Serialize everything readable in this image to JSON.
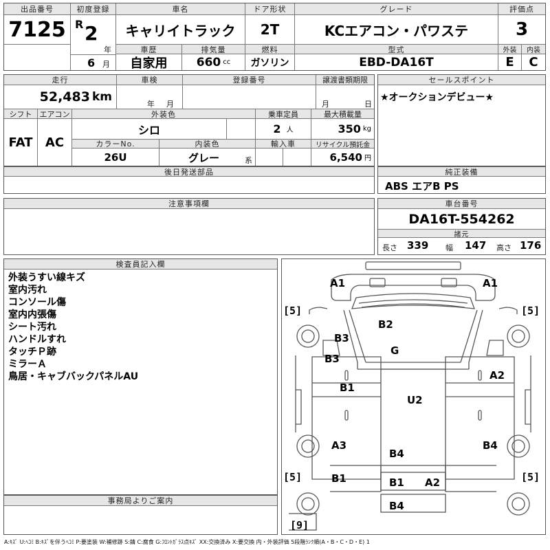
{
  "header": {
    "lot_no_label": "出品番号",
    "lot_no": "7125",
    "first_reg_label": "初度登録",
    "era": "R",
    "year": "2",
    "year_unit": "年",
    "month": "6",
    "month_unit": "月",
    "car_name_label": "車名",
    "car_name": "キャリイトラック",
    "door_label": "ドア形状",
    "door": "2T",
    "grade_label": "グレード",
    "grade": "KCエアコン・パワステ",
    "score_label": "評価点",
    "score": "3",
    "history_label": "車歴",
    "history": "自家用",
    "displacement_label": "排気量",
    "displacement": "660",
    "displacement_unit": "cc",
    "fuel_label": "燃料",
    "fuel": "ガソリン",
    "model_label": "型式",
    "model": "EBD-DA16T",
    "exterior_label": "外装",
    "exterior": "E",
    "interior_label": "内装",
    "interior": "C"
  },
  "row2": {
    "mileage_label": "走行",
    "mileage": "52,483",
    "mileage_unit": "km",
    "inspection_label": "車検",
    "inspection_year_unit": "年",
    "inspection_month_unit": "月",
    "reg_no_label": "登録番号",
    "transfer_label": "譲渡書類期限",
    "transfer_month_unit": "月",
    "transfer_day_unit": "日",
    "shift_label": "シフト",
    "shift": "FAT",
    "ac_label": "エアコン",
    "ac": "AC",
    "color_label": "外装色",
    "color": "シロ",
    "capacity_label": "乗車定員",
    "capacity": "2",
    "capacity_unit": "人",
    "load_label": "最大積載量",
    "load": "350",
    "load_unit": "kg",
    "color_no_label": "カラーNo.",
    "color_no": "26U",
    "int_color_label": "内装色",
    "int_color": "グレー",
    "int_color_suffix": "系",
    "import_label": "輸入車",
    "recycle_label": "リサイクル預託金",
    "recycle": "6,540",
    "recycle_unit": "円"
  },
  "sales": {
    "label": "セールスポイント",
    "text": "★オークションデビュー★"
  },
  "genuine": {
    "label": "純正装備",
    "text": "ABS エアB PS"
  },
  "later_parts": {
    "label": "後日発送部品"
  },
  "notes": {
    "label": "注意事項欄"
  },
  "chassis": {
    "label": "車台番号",
    "number": "DA16T-554262",
    "dims_label": "諸元",
    "length_label": "長さ",
    "length": "339",
    "width_label": "幅",
    "width": "147",
    "height_label": "高さ",
    "height": "176"
  },
  "inspector": {
    "label": "検査員記入欄",
    "lines": [
      "外装うすい線キズ",
      "室内汚れ",
      "コンソール傷",
      "室内内張傷",
      "シート汚れ",
      "ハンドルすれ",
      "タッチＰ跡",
      "ミラーＡ",
      "鳥居・キャブバックパネルAU"
    ]
  },
  "office": {
    "label": "事務局よりご案内"
  },
  "diagram": {
    "marks": {
      "a1_left": "A1",
      "a1_right": "A1",
      "b2": "B2",
      "b3_upper": "B3",
      "b3_lower": "B3",
      "g": "G",
      "a2_right": "A2",
      "b1_mid": "B1",
      "u2": "U2",
      "a3": "A3",
      "b4_right": "B4",
      "b4_mid": "B4",
      "b1_lower": "B1",
      "b1_rear": "B1",
      "a2_rear": "A2",
      "b4_bottom": "B4"
    },
    "tire_fl": "5",
    "tire_fr": "5",
    "tire_rl": "5",
    "tire_rr": "5",
    "tire_spare": "9"
  },
  "legend": "A:ｷｽﾞ U:ﾍｺﾐ B:ｷｽﾞを伴うﾍｺﾐ P:要塗装 W:補修跡 S:錆 C:腐食 G:ﾌﾛﾝﾄｶﾞﾗｽ点ｷｽﾞ XX:交換済み X:要交換 内・外装評価 5段階ﾗﾝｸ順(A・B・C・D・E) 1"
}
